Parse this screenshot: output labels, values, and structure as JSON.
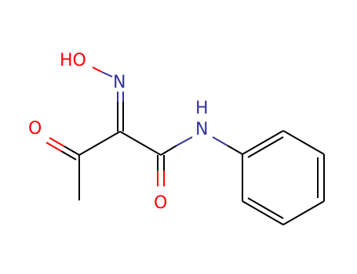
{
  "molecule": {
    "colors": {
      "carbon_bond": "#000000",
      "oxygen": "#ff0000",
      "nitrogen": "#333399"
    },
    "atoms": {
      "hydroxyl_o": "HO",
      "oxime_n": "N",
      "ketone_o": "O",
      "amide_o": "O",
      "amide_nh": "N",
      "amide_h": "H"
    }
  }
}
